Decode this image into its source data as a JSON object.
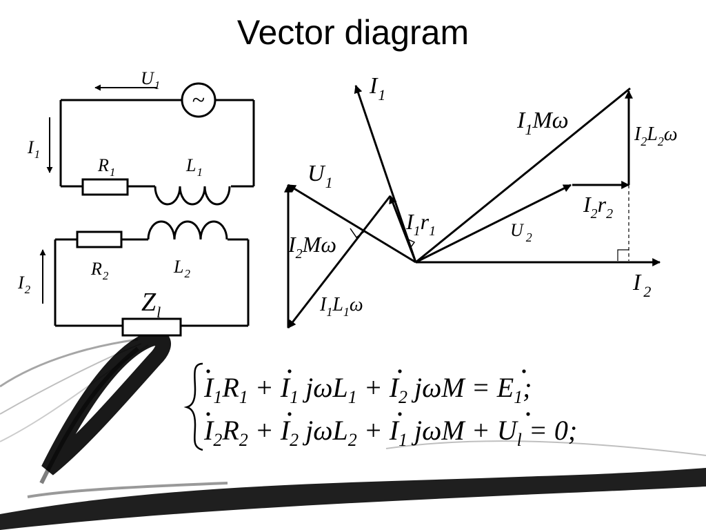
{
  "slide": {
    "title": "Vector diagram"
  },
  "circuit": {
    "source_symbol": "~",
    "labels": {
      "U1": [
        "U",
        "1"
      ],
      "I1": [
        "I",
        "1"
      ],
      "R1": [
        "R",
        "1"
      ],
      "L1": [
        "L",
        "1"
      ],
      "I2": [
        "I",
        "2"
      ],
      "R2": [
        "R",
        "2"
      ],
      "L2": [
        "L",
        "2"
      ],
      "Zl": [
        "Z",
        "l"
      ]
    }
  },
  "vector_diagram": {
    "labels": {
      "I1": [
        "I",
        "1"
      ],
      "U1": [
        "U",
        "1"
      ],
      "I1Mω": [
        "I",
        "1",
        "Mω"
      ],
      "I2L2ω": [
        "I",
        "2",
        "L",
        "2",
        "ω"
      ],
      "I2r2": [
        "I",
        "2",
        "r",
        "2"
      ],
      "I1r1": [
        "I",
        "1",
        "r",
        "1"
      ],
      "U2": [
        "U",
        "2"
      ],
      "I2Mω": [
        "I",
        "2",
        "Mω"
      ],
      "I2": [
        "I",
        "2"
      ],
      "I1L1ω": [
        "I",
        "1",
        "L",
        "1",
        "ω"
      ]
    }
  },
  "equations": {
    "line1": [
      "I",
      "1",
      "R",
      "1",
      " + ",
      "I",
      "1",
      " jωL",
      "1",
      " + ",
      "I",
      "2",
      " jωM",
      " = ",
      "E",
      "1",
      ";"
    ],
    "line2": [
      "I",
      "2",
      "R",
      "2",
      " + ",
      "I",
      "2",
      " jωL",
      "2",
      " + ",
      "I",
      "1",
      " jωM",
      " + ",
      "U",
      "l",
      " = 0;"
    ]
  }
}
